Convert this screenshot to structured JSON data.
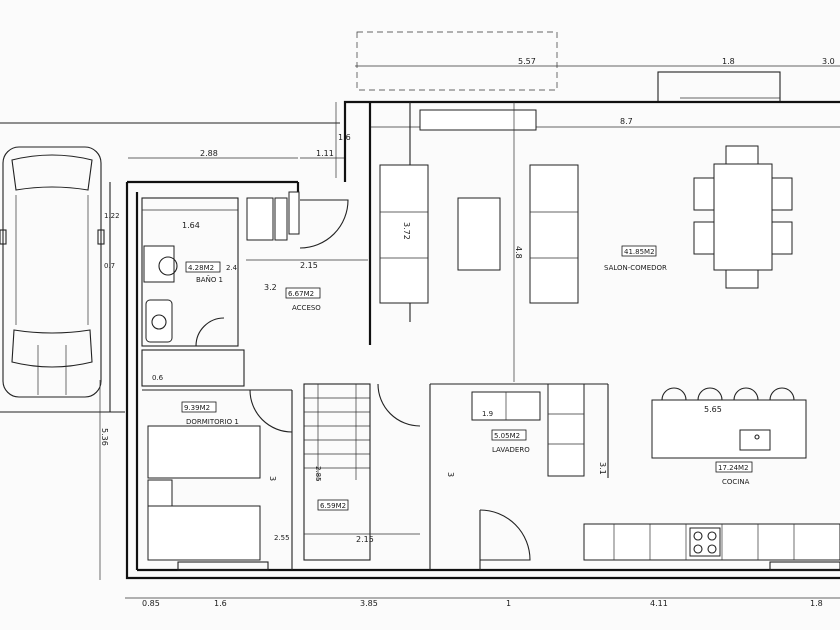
{
  "rooms": {
    "salon": {
      "name": "SALON-COMEDOR",
      "area": "41.85M2"
    },
    "bano": {
      "name": "BAÑO 1",
      "area": "4.28M2"
    },
    "acceso": {
      "name": "ACCESO",
      "area": "6.67M2"
    },
    "dormitorio": {
      "name": "DORMITORIO 1",
      "area": "9.39M2"
    },
    "lavadero": {
      "name": "LAVADERO",
      "area": "5.05M2"
    },
    "cocina": {
      "name": "COCINA",
      "area": "17.24M2"
    },
    "escalera": {
      "area": "6.59M2"
    }
  },
  "dimensions": {
    "top_557": "5.57",
    "top_18": "1.8",
    "top_30": "3.0",
    "dim_87": "8.7",
    "dim_16_vertical": "1.6",
    "dim_111": "1.11",
    "dim_288": "2.88",
    "dim_164": "1.64",
    "dim_122": "1.22",
    "dim_07": "0.7",
    "dim_215_upper": "2.15",
    "dim_32": "3.2",
    "dim_24": "2.4",
    "dim_372": "3.72",
    "dim_48": "4.8",
    "dim_06": "0.6",
    "dim_19": "1.9",
    "dim_565": "5.65",
    "dim_3_left": "3",
    "dim_3_mid": "3",
    "dim_31": "3.1",
    "dim_536": "5.36",
    "dim_255": "2.55",
    "dim_285": "2.85",
    "dim_215_lower": "2.15",
    "bottom_085": "0.85",
    "bottom_16": "1.6",
    "bottom_385": "3.85",
    "bottom_1": "1",
    "bottom_411": "4.11",
    "bottom_18": "1.8"
  }
}
